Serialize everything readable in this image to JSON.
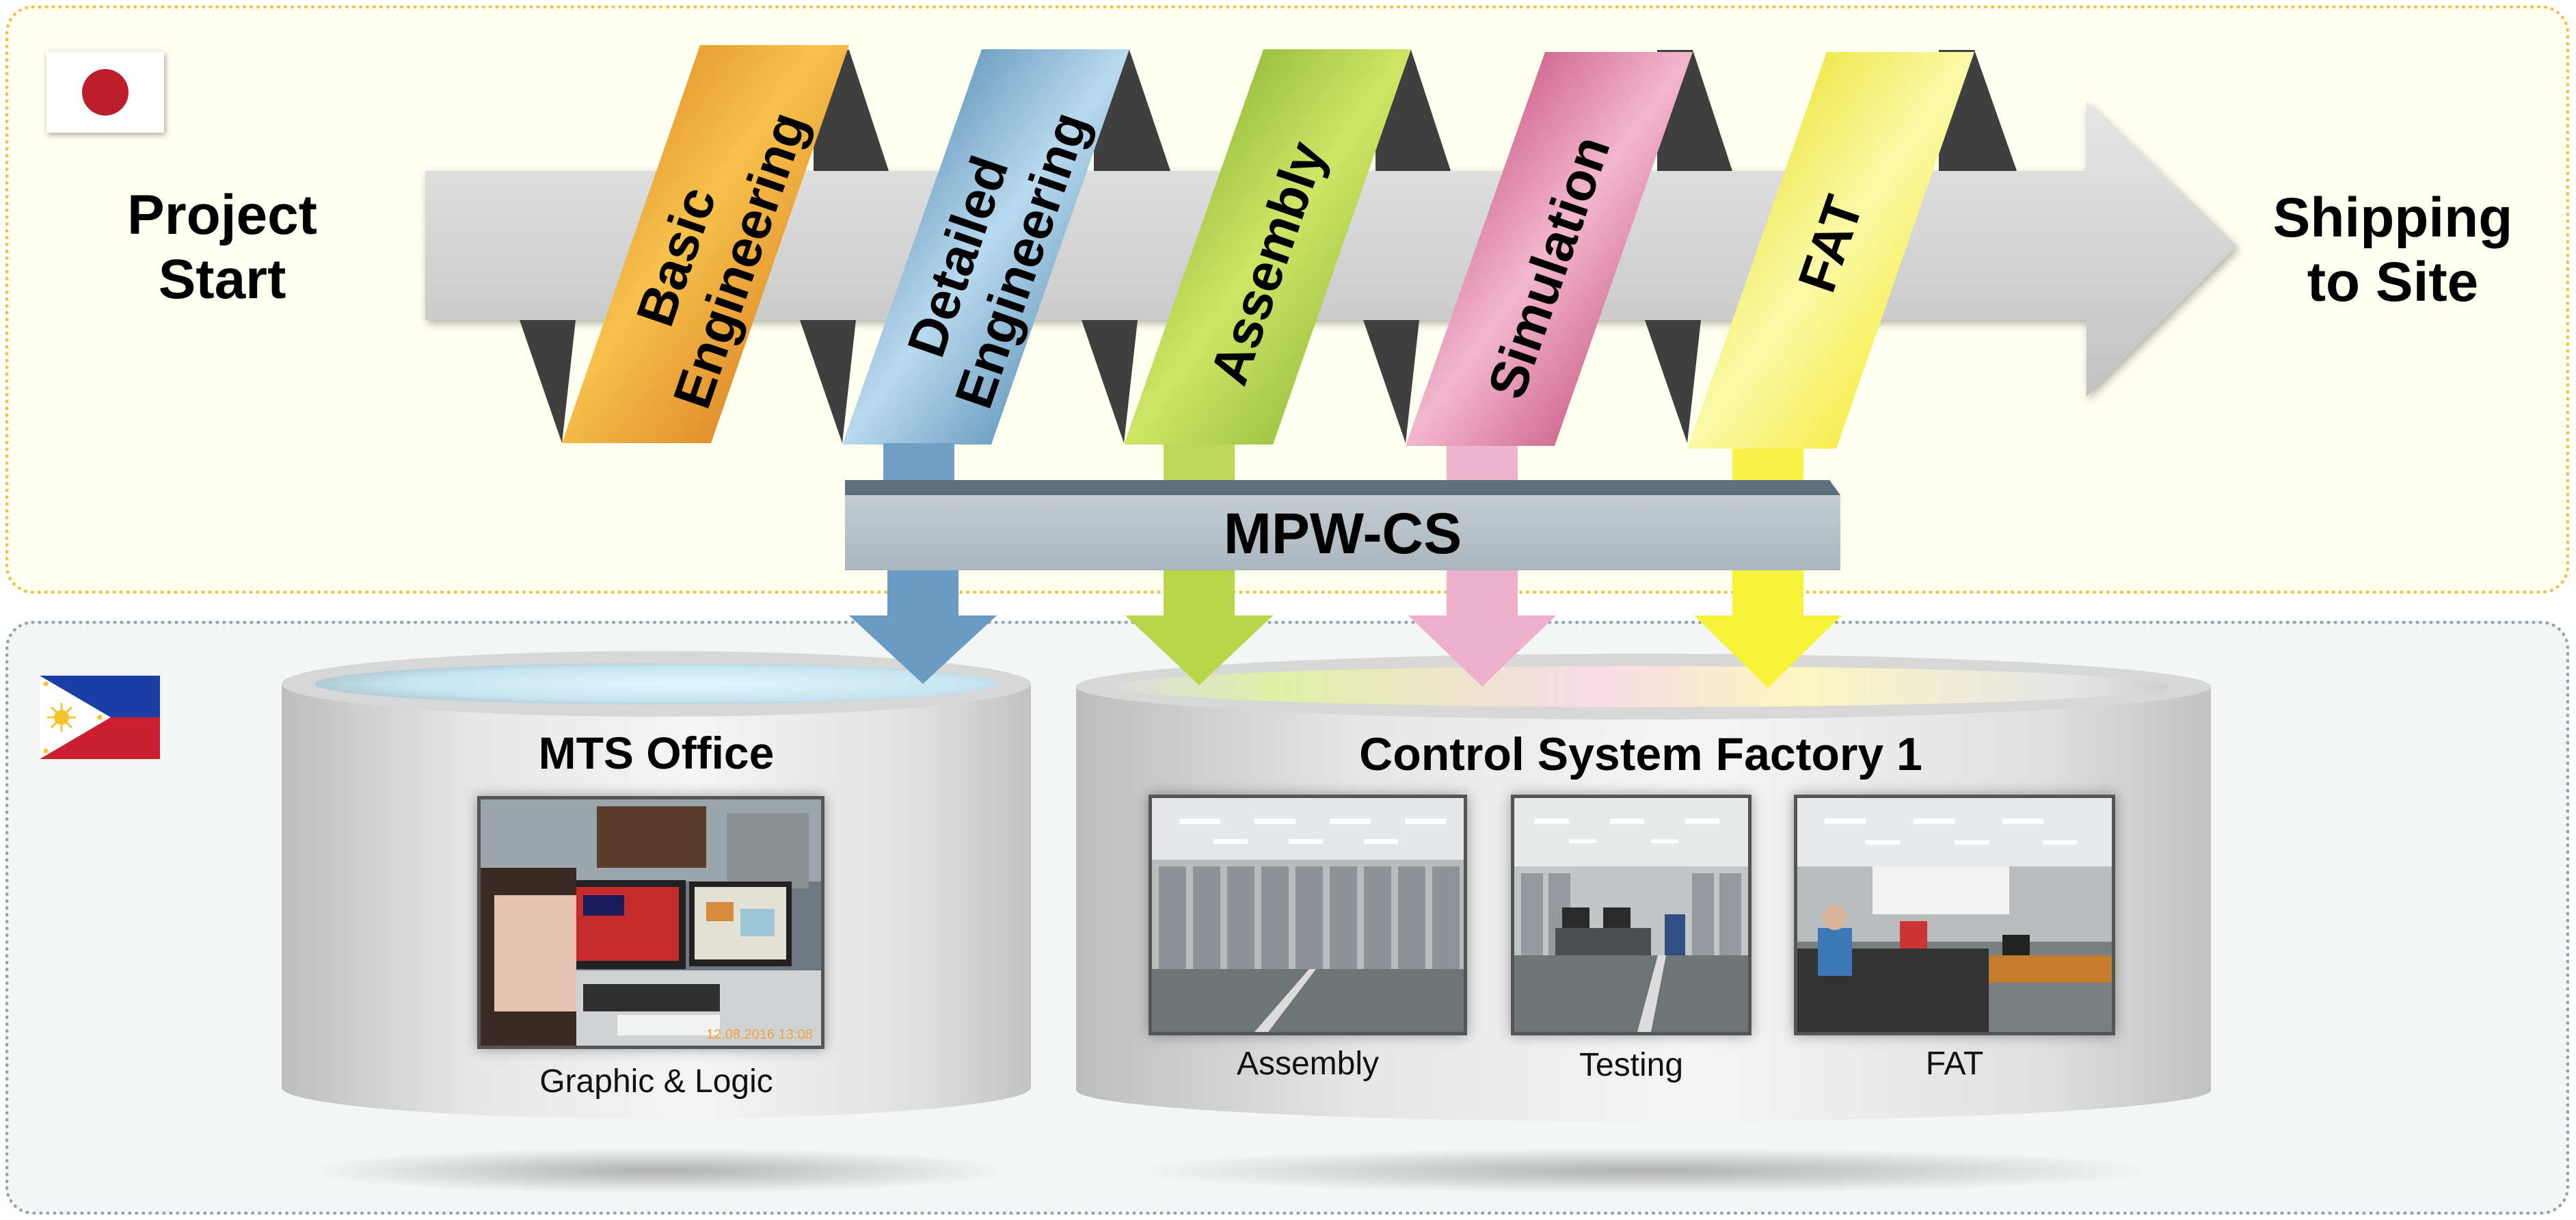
{
  "top_region": {
    "flag": "japan-flag",
    "start_label_line1": "Project",
    "start_label_line2": "Start",
    "end_label_line1": "Shipping",
    "end_label_line2": "to Site",
    "phases": [
      {
        "line1": "Basic",
        "line2": "Engineering",
        "color": "#f0a030"
      },
      {
        "line1": "Detailed",
        "line2": "Engineering",
        "color": "#5fa3d3"
      },
      {
        "line1": "Assembly",
        "line2": "",
        "color": "#a9cf3a"
      },
      {
        "line1": "Simulation",
        "line2": "",
        "color": "#d6457f"
      },
      {
        "line1": "FAT",
        "line2": "",
        "color": "#f5ef2a"
      }
    ],
    "hub_label": "MPW-CS"
  },
  "bottom_region": {
    "flag": "philippines-flag",
    "office": {
      "title": "MTS Office",
      "photos": [
        {
          "caption": "Graphic & Logic",
          "icon": "office-workstation-photo"
        }
      ]
    },
    "factory": {
      "title": "Control System Factory 1",
      "photos": [
        {
          "caption": "Assembly",
          "icon": "assembly-floor-photo"
        },
        {
          "caption": "Testing",
          "icon": "testing-floor-photo"
        },
        {
          "caption": "FAT",
          "icon": "fat-floor-photo"
        }
      ]
    },
    "photo_timestamp": "12.08.2016 13:08"
  }
}
